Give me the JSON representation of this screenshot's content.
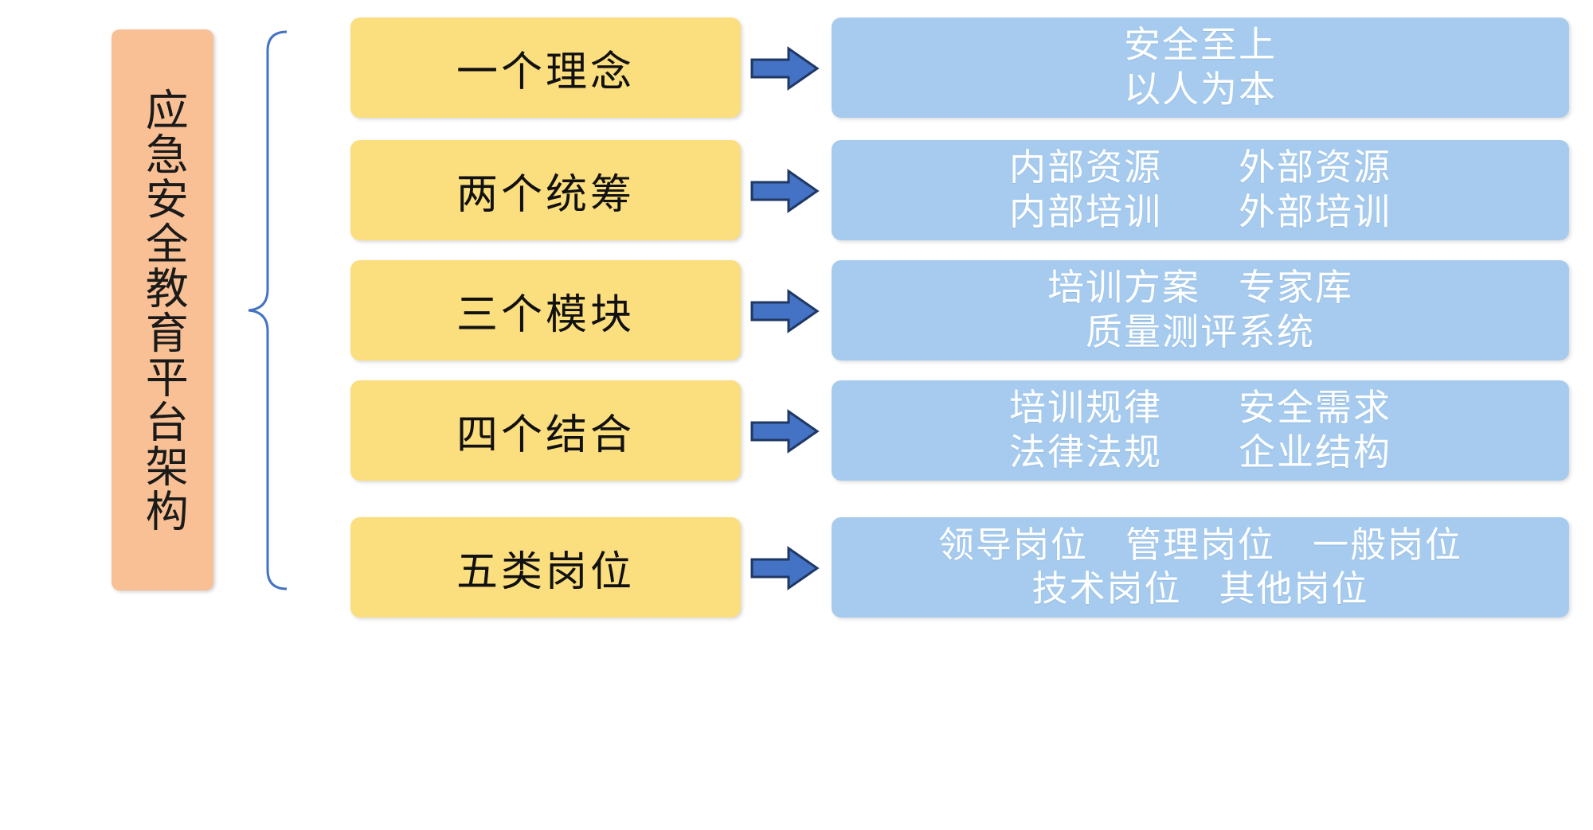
{
  "diagram": {
    "type": "bracket-hierarchy",
    "title": {
      "text": "应急安全教育平台架构",
      "color": "#F8C094",
      "orientation": "vertical"
    },
    "connector": {
      "name": "bracket",
      "color": "#4472C4"
    },
    "arrow_icon": {
      "name": "right-arrow-icon",
      "fill": "#4472C4",
      "stroke": "#1F3864"
    },
    "colors": {
      "title_box": "#F8C094",
      "category_box": "#FBDE7E",
      "detail_box": "#A6CBEE",
      "detail_text": "#FFFFFF",
      "category_text": "#111111",
      "arrow": "#4472C4"
    },
    "rows": [
      {
        "id": "row-1",
        "category": "一个理念",
        "details": [
          "安全至上",
          "以人为本"
        ]
      },
      {
        "id": "row-2",
        "category": "两个统筹",
        "details": [
          "内部资源　　外部资源",
          "内部培训　　外部培训"
        ]
      },
      {
        "id": "row-3",
        "category": "三个模块",
        "details": [
          "培训方案　专家库",
          "质量测评系统"
        ]
      },
      {
        "id": "row-4",
        "category": "四个结合",
        "details": [
          "培训规律　　安全需求",
          "法律法规　　企业结构"
        ]
      },
      {
        "id": "row-5",
        "category": "五类岗位",
        "details": [
          "领导岗位　管理岗位　一般岗位",
          "技术岗位　其他岗位"
        ]
      }
    ]
  }
}
